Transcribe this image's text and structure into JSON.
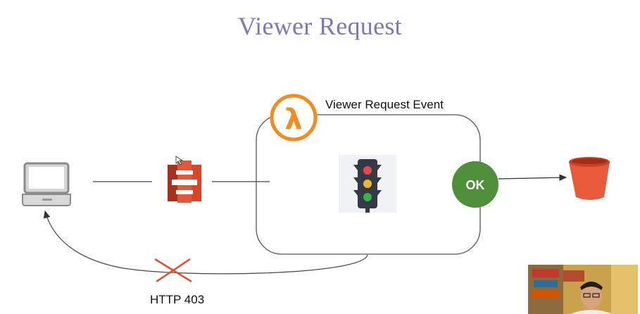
{
  "slide": {
    "title": "Viewer Request",
    "event_label": "Viewer Request Event",
    "ok_label": "OK",
    "error_label": "HTTP 403"
  },
  "icons": {
    "client": "laptop-icon",
    "cdn": "cloudfront-icon",
    "lambda": "lambda-icon",
    "signal": "traffic-light-icon",
    "origin": "s3-bucket-icon",
    "blocked": "cross-icon"
  },
  "colors": {
    "title": "#7f78b8",
    "lambda": "#f58b1f",
    "ok": "#4f8f3a",
    "cdn": "#d9452b",
    "bucket": "#e85a3a",
    "cross": "#e84a2a"
  }
}
